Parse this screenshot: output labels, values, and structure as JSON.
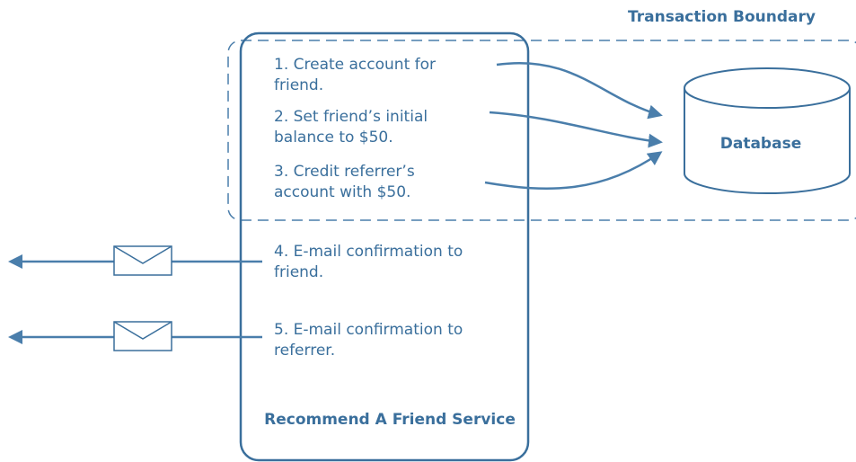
{
  "boundary": {
    "label": "Transaction Boundary"
  },
  "service": {
    "label": "Recommend A Friend Service"
  },
  "database": {
    "label": "Database"
  },
  "steps": [
    {
      "lines": [
        "1. Create account for",
        "friend."
      ]
    },
    {
      "lines": [
        "2. Set friend’s initial",
        "balance to $50."
      ]
    },
    {
      "lines": [
        "3. Credit referrer’s",
        "account with $50."
      ]
    },
    {
      "lines": [
        "4. E-mail confirmation to",
        "friend."
      ]
    },
    {
      "lines": [
        "5. E-mail confirmation to",
        "referrer."
      ]
    }
  ],
  "icons": [
    "envelope-icon",
    "envelope-icon"
  ],
  "colors": {
    "accent": "#3a6f9c",
    "line": "#4a7eab"
  }
}
